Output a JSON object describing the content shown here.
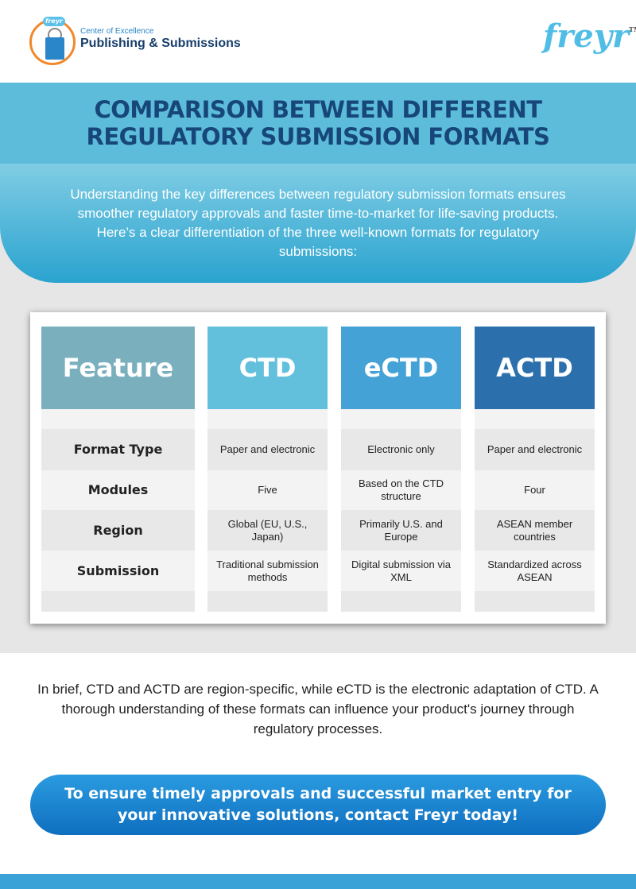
{
  "header": {
    "logo_tag": "freyr",
    "subtitle": "Center of Excellence",
    "title": "Publishing & Submissions",
    "brand": "freyr",
    "brand_tm": "TM"
  },
  "title": {
    "line1": "COMPARISON BETWEEN DIFFERENT",
    "line2": "REGULATORY SUBMISSION FORMATS"
  },
  "intro": "Understanding the key differences between regulatory submission formats ensures smoother regulatory approvals and faster time-to-market for life-saving products. Here’s a clear differentiation of the three well-known formats for regulatory submissions:",
  "table": {
    "columns": [
      {
        "header": "Feature",
        "color": "#7ab0be",
        "cells": [
          "Format Type",
          "Modules",
          "Region",
          "Submission"
        ]
      },
      {
        "header": "CTD",
        "color": "#62c0dc",
        "cells": [
          "Paper and electronic",
          "Five",
          "Global (EU, U.S., Japan)",
          "Traditional submission methods"
        ]
      },
      {
        "header": "eCTD",
        "color": "#44a2d6",
        "cells": [
          "Electronic only",
          "Based on the CTD structure",
          "Primarily U.S. and Europe",
          "Digital submission via XML"
        ]
      },
      {
        "header": "ACTD",
        "color": "#2b70ad",
        "cells": [
          "Paper and electronic",
          "Four",
          "ASEAN member countries",
          "Standardized across ASEAN"
        ]
      }
    ]
  },
  "summary": "In brief, CTD and ACTD are region-specific, while eCTD is the electronic adaptation of CTD. A thorough understanding of these formats can influence your product's journey through regulatory processes.",
  "cta": "To ensure timely approvals and successful market entry for your innovative solutions, contact Freyr today!"
}
